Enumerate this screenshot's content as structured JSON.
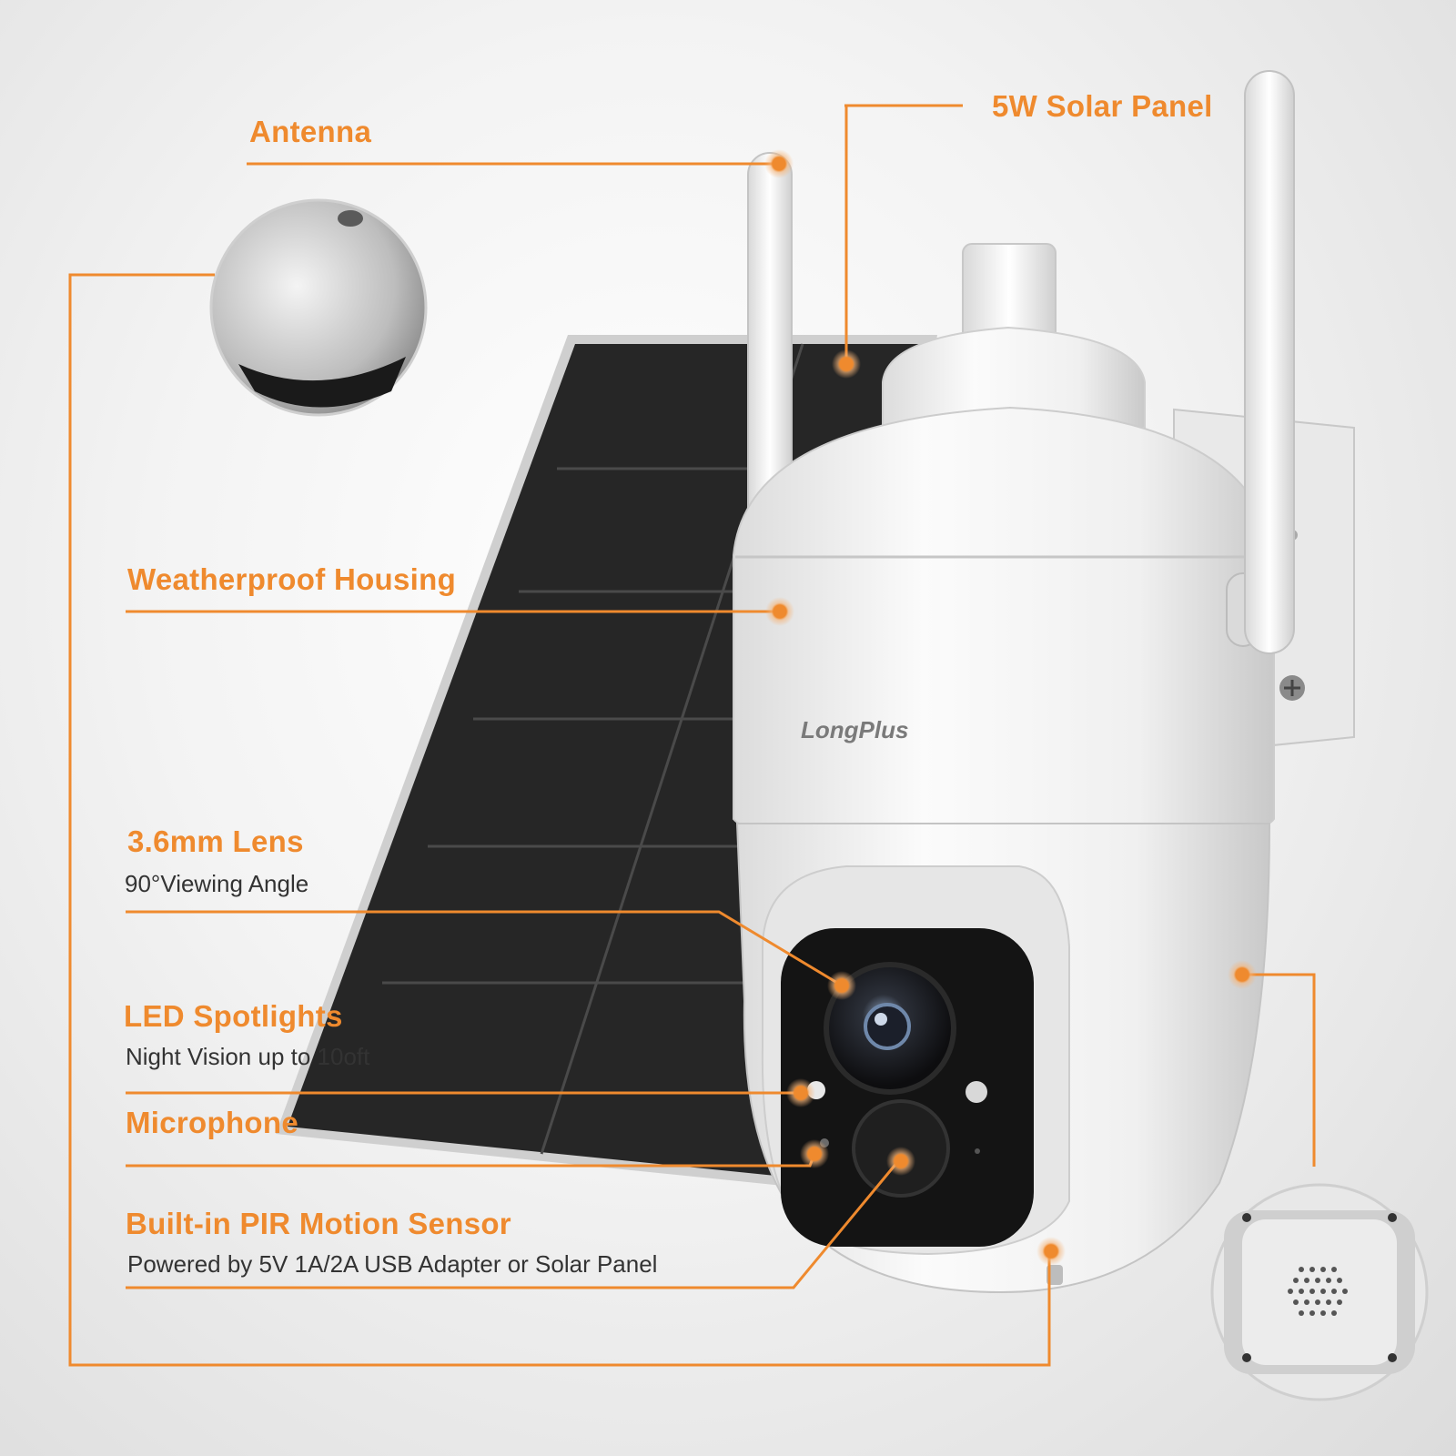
{
  "brand": "LongPlus",
  "colors": {
    "accent": "#ef8a2e",
    "panel": "#262626",
    "housing": "#f2f2f2",
    "text": "#333333"
  },
  "callouts": {
    "antenna": {
      "title": "Antenna"
    },
    "solar_panel": {
      "title": "5W Solar Panel"
    },
    "housing": {
      "title": "Weatherproof Housing"
    },
    "lens": {
      "title": "3.6mm Lens",
      "subtitle": "90°Viewing Angle"
    },
    "led": {
      "title": "LED Spotlights",
      "subtitle": "Night Vision up to 10oft"
    },
    "microphone": {
      "title": "Microphone"
    },
    "pir": {
      "title": "Built-in PIR Motion Sensor",
      "subtitle": "Powered by 5V 1A/2A USB Adapter or Solar Panel"
    }
  },
  "icons": [
    "callout-dot-icon",
    "speaker-grille-icon",
    "screw-icon"
  ]
}
